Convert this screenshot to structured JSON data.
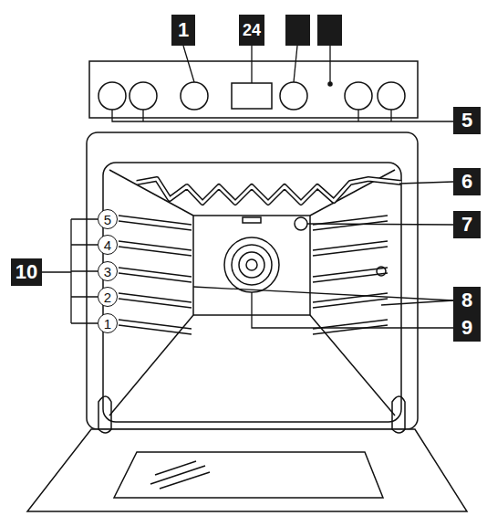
{
  "diagram": {
    "nodes": [
      {
        "text": [
          "1"
        ]
      },
      {
        "text": [
          "2",
          "4"
        ]
      },
      {
        "text": [
          "5"
        ]
      },
      {
        "text": [
          "6"
        ]
      },
      {
        "text": [
          "5"
        ]
      },
      {
        "text": [
          "7"
        ]
      },
      {
        "text": [
          "4"
        ]
      },
      {
        "text": [
          "10"
        ]
      },
      {
        "text": [
          "3"
        ]
      },
      {
        "text": [
          "8"
        ]
      },
      {
        "text": [
          "2"
        ]
      },
      {
        "text": [
          "1"
        ]
      },
      {
        "text": [
          "9"
        ]
      }
    ]
  }
}
